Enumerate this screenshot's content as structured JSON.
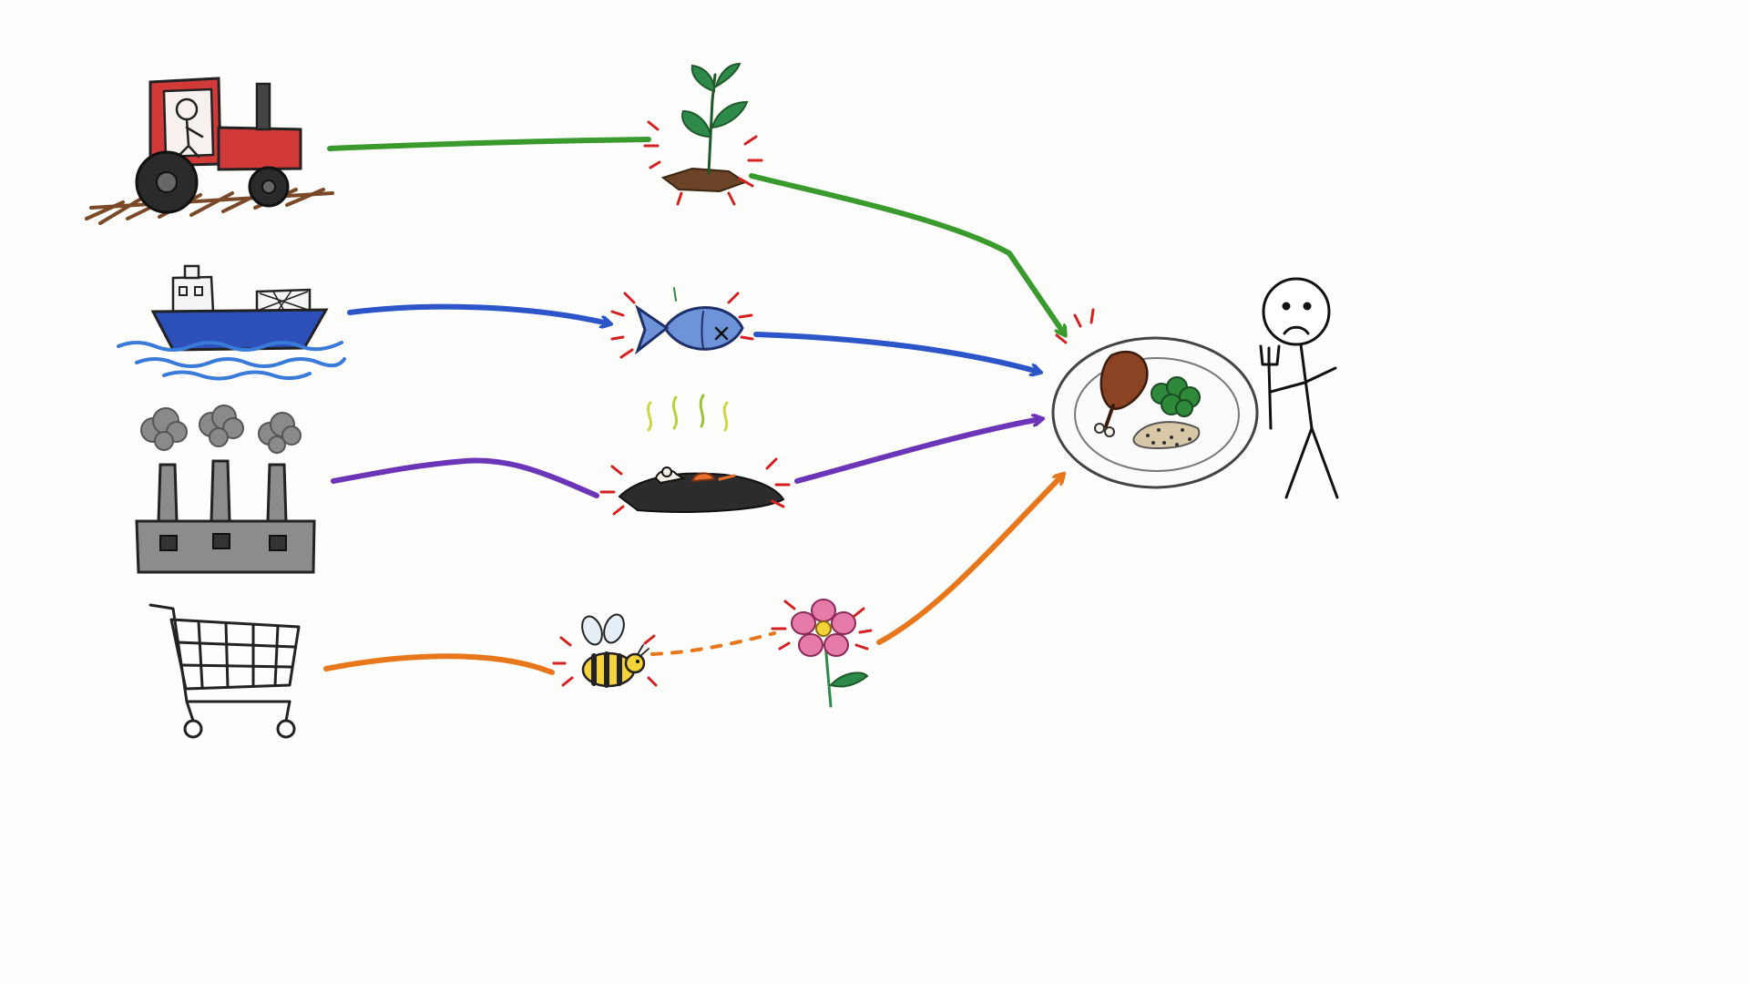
{
  "diagram": {
    "type": "pictorial-flow",
    "sources": [
      {
        "id": "farming",
        "icon": "tractor-icon",
        "flow_color": "#3a9a2e"
      },
      {
        "id": "fishing",
        "icon": "fishing-boat-icon",
        "flow_color": "#2b55c8"
      },
      {
        "id": "industry",
        "icon": "factory-icon",
        "flow_color": "#6b35b8"
      },
      {
        "id": "consumption",
        "icon": "shopping-cart-icon",
        "flow_color": "#e8761a"
      }
    ],
    "impacts": [
      {
        "id": "plant",
        "icon": "sprout-icon",
        "flow": "farming"
      },
      {
        "id": "fish",
        "icon": "dead-fish-icon",
        "flow": "fishing"
      },
      {
        "id": "polluted-soil",
        "icon": "polluted-soil-icon",
        "flow": "industry"
      },
      {
        "id": "bee",
        "icon": "bee-icon",
        "flow": "consumption"
      },
      {
        "id": "flower",
        "icon": "flower-icon",
        "flow": "consumption"
      }
    ],
    "target": {
      "icon": "food-plate-icon",
      "person": "sad-person-icon"
    },
    "warning_color": "#d42020"
  }
}
